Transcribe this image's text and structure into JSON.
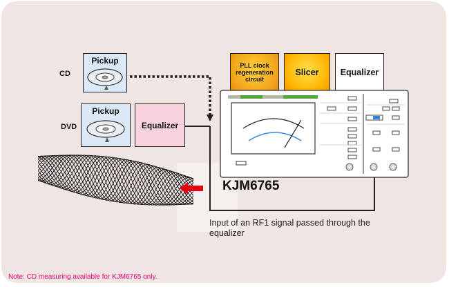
{
  "cd_row": {
    "label": "CD",
    "pickup_label": "Pickup"
  },
  "dvd_row": {
    "label": "DVD",
    "pickup_label": "Pickup",
    "equalizer_label": "Equalizer"
  },
  "instrument_blocks": {
    "pll_label": "PLL clock regeneration circuit",
    "slicer_label": "Slicer",
    "equalizer_label": "Equalizer"
  },
  "instrument": {
    "model": "KJM6765"
  },
  "caption": "Input of an RF1 signal passed through the equalizer",
  "note": "Note: CD measuring available for KJM6765 only.",
  "colors": {
    "panel": "#efe6e3",
    "pickup_box": "#dbe8f6",
    "dvd_equalizer": "#f8d3df",
    "pll": "#f4a81f",
    "slicer": "#ffb400",
    "arrow": "#e60012",
    "note": "#e2007a"
  }
}
